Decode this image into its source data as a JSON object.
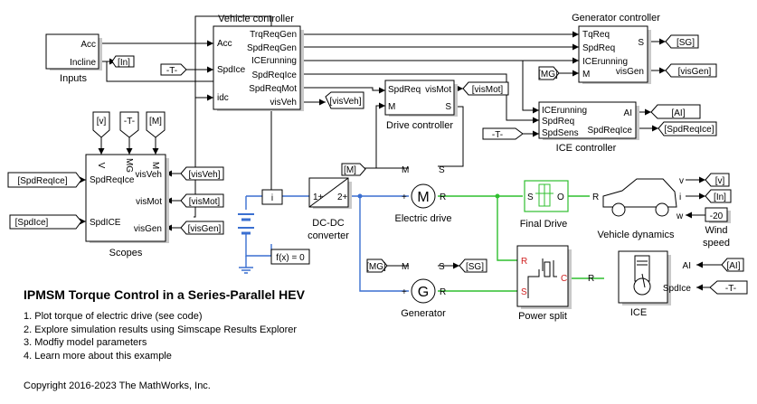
{
  "inputs": {
    "acc": "Acc",
    "incline": "Incline",
    "label": "Inputs"
  },
  "from_tags": {
    "t": "-T-",
    "vis_veh": "[visVeh]",
    "vis_mot": "[visMot]",
    "vis_gen": "[visGen]",
    "spdreqice": "[SpdReqIce]",
    "spdice": "[SpdIce]",
    "mg": "[MG]",
    "sg": "[SG]",
    "ai": "[AI]",
    "v": "[v]",
    "in": "[In]",
    "m": "[M]"
  },
  "goto_tags": {
    "in": "[In]",
    "visveh": "[visVeh]",
    "vismot": "[visMot]",
    "sg": "[SG]",
    "visgen": "[visGen]",
    "ai": "[AI]",
    "spdreqice": "[SpdReqIce]",
    "m": "[M]",
    "t": "-T-",
    "mg": "[MG]"
  },
  "vehicle_controller": {
    "title": "Vehicle controller",
    "in_ports": [
      "Acc",
      "SpdIce",
      "idc"
    ],
    "out_ports": [
      "TrqReqGen",
      "SpdReqGen",
      "ICErunning",
      "SpdReqIce",
      "SpdReqMot",
      "visVeh"
    ]
  },
  "generator_controller": {
    "title": "Generator controller",
    "in_ports": [
      "TqReq",
      "SpdReq",
      "ICErunning",
      "M"
    ],
    "out_ports": [
      "S",
      "visGen"
    ]
  },
  "drive_controller": {
    "title": "Drive controller",
    "in_ports": [
      "SpdReq",
      "M"
    ],
    "out_ports": [
      "visMot",
      "S"
    ]
  },
  "ice_controller": {
    "title": "ICE controller",
    "in_ports": [
      "ICErunning",
      "SpdReq",
      "SpdSens"
    ],
    "out_ports": [
      "AI",
      "SpdReqIce"
    ]
  },
  "scopes": {
    "title": "Scopes",
    "in_ports": [
      "SpdReqIce",
      "SpdICE"
    ],
    "right_ports": [
      "visVeh",
      "visMot",
      "visGen"
    ],
    "top_ports": [
      "V",
      "MG",
      "M"
    ]
  },
  "dcdc": {
    "title_line1": "DC-DC",
    "title_line2": "converter",
    "p1": "1+",
    "p2": "2+"
  },
  "current_sensor": {
    "label": "i"
  },
  "solver": {
    "label": "f(x) = 0"
  },
  "electric_drive": {
    "title": "Electric drive",
    "port_plus": "+",
    "port_minus": "-",
    "port_m": "M",
    "port_s": "S",
    "port_r": "R"
  },
  "generator": {
    "title": "Generator",
    "port_plus": "+",
    "port_minus": "-",
    "port_m": "M",
    "port_s": "S",
    "port_r": "R"
  },
  "final_drive": {
    "title": "Final Drive",
    "port_s": "S",
    "port_o": "O"
  },
  "vehicle_dynamics": {
    "title": "Vehicle dynamics",
    "port_r": "R",
    "out_v": "v",
    "out_i": "i",
    "in_w": "w"
  },
  "wind": {
    "title_line1": "Wind",
    "title_line2": "speed",
    "value": "-20"
  },
  "power_split": {
    "title": "Power split",
    "port_r": "R",
    "port_s": "S",
    "port_c": "C"
  },
  "ice": {
    "title": "ICE",
    "port_r": "R",
    "in_ai": "AI",
    "in_spdice": "SpdIce"
  },
  "description": {
    "heading": "IPMSM Torque Control in a Series-Parallel HEV",
    "links": [
      "1. Plot torque of electric drive (see code)",
      "2. Explore simulation results using Simscape Results Explorer",
      "3. Modfiy model parameters",
      "4. Learn more about this example"
    ],
    "copyright": "Copyright 2016-2023 The MathWorks, Inc."
  },
  "colors": {
    "electrical_wire": "#3a6fd1",
    "mechanical_wire": "#2fbf2f",
    "signal_wire": "#000000"
  }
}
